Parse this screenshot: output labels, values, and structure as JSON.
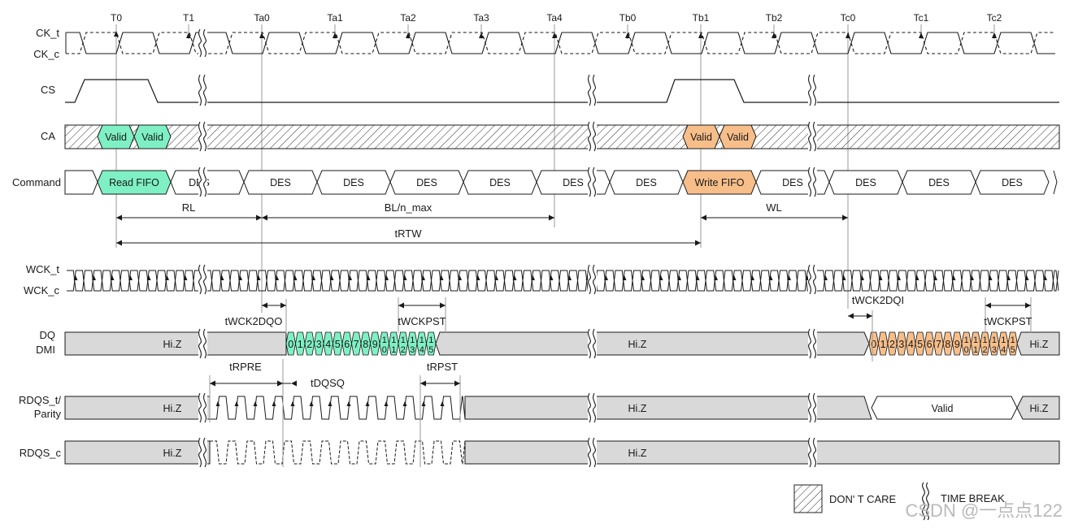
{
  "ticks": [
    "T0",
    "T1",
    "Ta0",
    "Ta1",
    "Ta2",
    "Ta3",
    "Ta4",
    "Tb0",
    "Tb1",
    "Tb2",
    "Tc0",
    "Tc1",
    "Tc2"
  ],
  "signals": {
    "ck_t": "CK_t",
    "ck_c": "CK_c",
    "cs": "CS",
    "ca": "CA",
    "command": "Command",
    "wck_t": "WCK_t",
    "wck_c": "WCK_c",
    "dq": "DQ",
    "dmi": "DMI",
    "rdqs_t": "RDQS_t/",
    "parity": "Parity",
    "rdqs_c": "RDQS_c"
  },
  "ca_cells": [
    "Valid",
    "Valid",
    "Valid",
    "Valid"
  ],
  "commands": [
    {
      "label": "Read FIFO",
      "kind": "read"
    },
    {
      "label": "DES",
      "kind": "des"
    },
    {
      "label": "DES",
      "kind": "des"
    },
    {
      "label": "DES",
      "kind": "des"
    },
    {
      "label": "DES",
      "kind": "des"
    },
    {
      "label": "DES",
      "kind": "des"
    },
    {
      "label": "DES",
      "kind": "des"
    },
    {
      "label": "DES",
      "kind": "des"
    },
    {
      "label": "Write FIFO",
      "kind": "write"
    },
    {
      "label": "DES",
      "kind": "des"
    },
    {
      "label": "DES",
      "kind": "des"
    },
    {
      "label": "DES",
      "kind": "des"
    },
    {
      "label": "DES",
      "kind": "des"
    }
  ],
  "timings": {
    "rl": "RL",
    "bl_n_max": "BL/n_max",
    "wl": "WL",
    "trtw": "tRTW",
    "twck2dqo": "tWCK2DQO",
    "twckpst_read": "tWCKPST",
    "twck2dqi": "tWCK2DQI",
    "twckpst_write": "tWCKPST",
    "trpre": "tRPRE",
    "tdqsq": "tDQSQ",
    "trpst": "tRPST"
  },
  "hiz": "Hi.Z",
  "rdqs_valid": "Valid",
  "burst_read": [
    "0",
    "1",
    "2",
    "3",
    "4",
    "5",
    "6",
    "7",
    "8",
    "9",
    "1\n0",
    "1\n1",
    "1\n2",
    "1\n3",
    "1\n4",
    "1\n5"
  ],
  "burst_write": [
    "0",
    "1",
    "2",
    "3",
    "4",
    "5",
    "6",
    "7",
    "8",
    "9",
    "1\n0",
    "1\n1",
    "1\n2",
    "1\n3",
    "1\n4",
    "1\n5"
  ],
  "legend": {
    "dont_care": "DON' T CARE",
    "time_break": "TIME BREAK"
  },
  "watermark": "CSDN @一点点122",
  "colors": {
    "read": "#7ef0c4",
    "write": "#f7be8a",
    "hiz": "#d9d9d9",
    "line": "#1a1a1a",
    "guide": "#9a9a9a"
  }
}
